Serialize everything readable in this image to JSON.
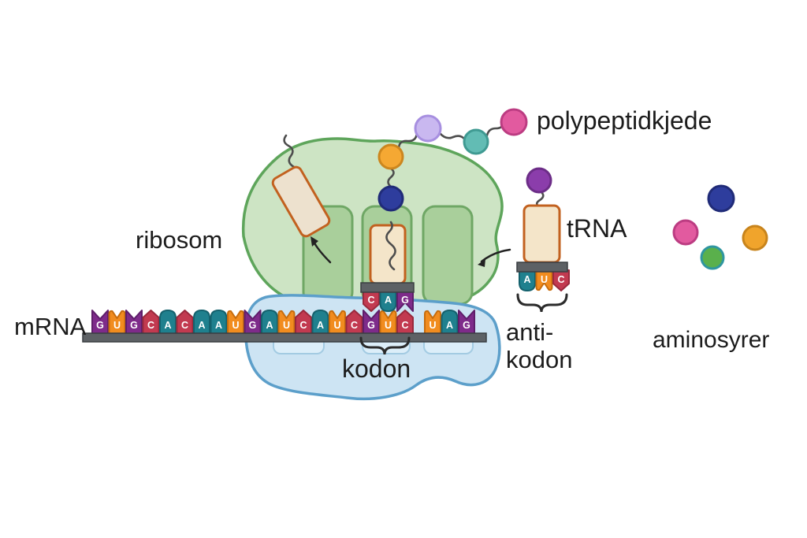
{
  "labels": {
    "mrna": "mRNA",
    "ribosome": "ribosom",
    "polypeptide": "polypeptidkjede",
    "trna": "tRNA",
    "codon": "kodon",
    "anticodon_line1": "anti-",
    "anticodon_line2": "kodon",
    "amino_pool": "aminosyrer"
  },
  "mrna": {
    "sequence": [
      "G",
      "U",
      "G",
      "C",
      "A",
      "C",
      "A",
      "A",
      "U",
      "G",
      "A",
      "U",
      "C",
      "A",
      "U",
      "C",
      "G",
      "U",
      "C"
    ],
    "stop_codon": [
      "U",
      "A",
      "G"
    ],
    "highlighted_codon": [
      "G",
      "U",
      "C"
    ]
  },
  "bound_trna": {
    "anticodon": [
      "C",
      "A",
      "G"
    ]
  },
  "free_trna": {
    "anticodon": [
      "A",
      "U",
      "C"
    ]
  },
  "base_colors": {
    "A": {
      "fill": "#1f808e",
      "stroke": "#14616d"
    },
    "U": {
      "fill": "#f18c1f",
      "stroke": "#c66c0d"
    },
    "G": {
      "fill": "#7e2b8a",
      "stroke": "#5e1e6a"
    },
    "C": {
      "fill": "#c23a50",
      "stroke": "#99293c"
    }
  },
  "polypeptide_chain": [
    {
      "name": "blue-residue",
      "fill": "#2e3d9d",
      "stroke": "#202b78"
    },
    {
      "name": "orange-residue",
      "fill": "#f5a833",
      "stroke": "#cc861e"
    },
    {
      "name": "lavender-residue",
      "fill": "#c9b8f0",
      "stroke": "#a78fe0"
    },
    {
      "name": "teal-residue",
      "fill": "#62bcb4",
      "stroke": "#3f9a92"
    },
    {
      "name": "pink-residue",
      "fill": "#e25a9f",
      "stroke": "#bc3c82"
    }
  ],
  "free_trna_amino_acid": {
    "fill": "#8b3dab",
    "stroke": "#6c2d87"
  },
  "amino_pool": [
    {
      "name": "blue-amino",
      "fill": "#2e3d9d",
      "stroke": "#202b78"
    },
    {
      "name": "pink-amino",
      "fill": "#e25a9f",
      "stroke": "#bc3c82"
    },
    {
      "name": "orange-amino",
      "fill": "#f0a42c",
      "stroke": "#c8841c"
    },
    {
      "name": "green-amino",
      "fill": "#5ab04c",
      "stroke": "#2f96a0"
    }
  ],
  "colors": {
    "ribosome_fill": "#cde4c4",
    "ribosome_stroke": "#5ea55b",
    "site_fill": "#a9cf9b",
    "site_stroke": "#6fa765",
    "subunit_fill": "#cde4f3",
    "subunit_stroke": "#5c9fca",
    "subunit_slot_fill": "#dceef9",
    "subunit_slot_stroke": "#a3cbe2",
    "backbone_fill": "#5d6165",
    "backbone_stroke": "#3a3e42",
    "trna_fill": "#f4e5c9",
    "trna_exit_fill": "#ede1ce",
    "trna_stroke": "#c2611f",
    "squiggle": "#4d4d4d",
    "arrow": "#222222",
    "brace": "#2b2b2b"
  }
}
